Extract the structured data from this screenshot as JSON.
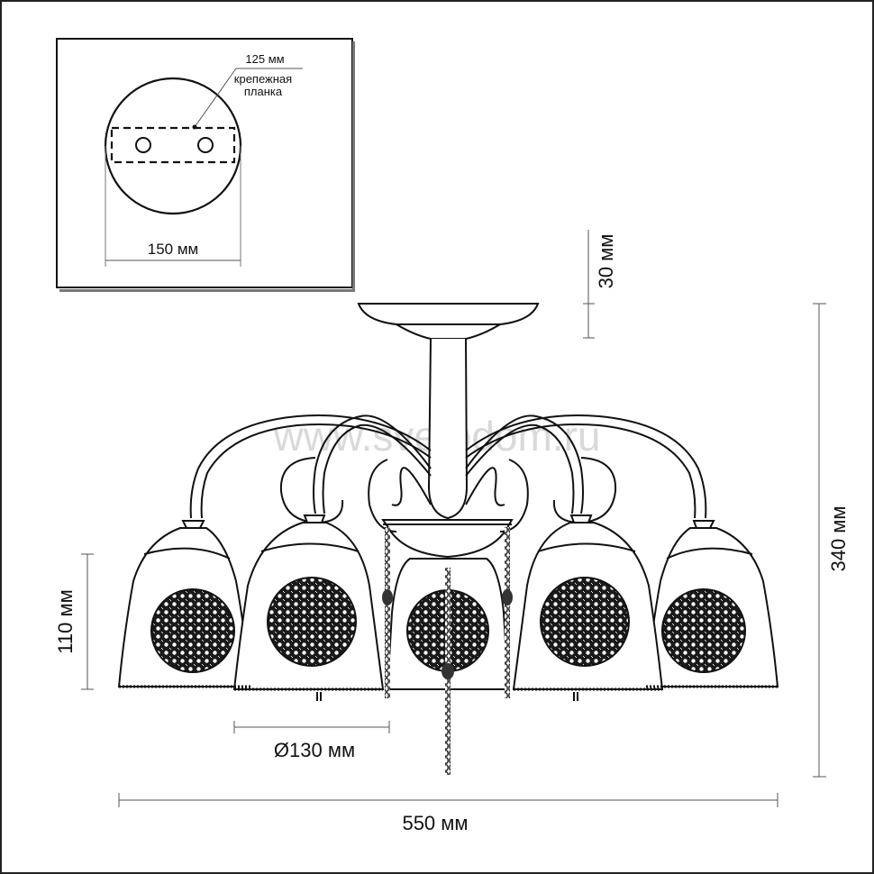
{
  "watermark": "www.svetodom.ru",
  "inset": {
    "label_125": "125 мм",
    "label_plate_line1": "крепежная",
    "label_plate_line2": "планка",
    "label_150": "150 мм"
  },
  "dimensions": {
    "d30": "30 мм",
    "d340": "340 мм",
    "d110": "110 мм",
    "d130": "Ø130 мм",
    "d550": "550 мм"
  }
}
